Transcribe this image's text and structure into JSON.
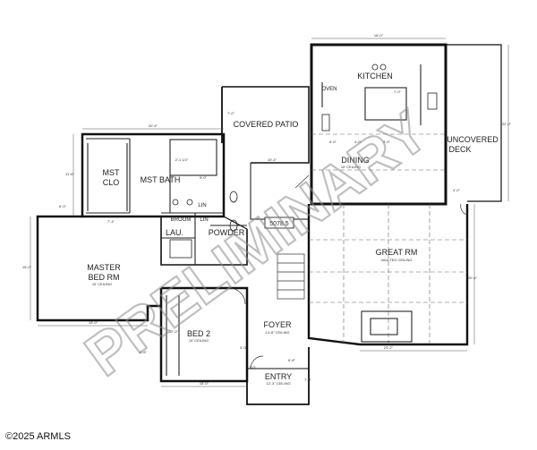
{
  "plan": {
    "rooms": {
      "kitchen": "KITCHEN",
      "oven": "OVEN",
      "covered_patio": "COVERED PATIO",
      "uncovered_deck_1": "UNCOVERED",
      "uncovered_deck_2": "DECK",
      "dining": "DINING",
      "dining_note": "10' CEILING",
      "mst_clo_1": "MST",
      "mst_clo_2": "CLO",
      "mst_bath": "MST BATH",
      "broom": "BROOM",
      "lin_1": "LIN",
      "lin_2": "LIN",
      "lau": "LAU.",
      "powder": "POWDER",
      "great_rm": "GREAT RM",
      "great_rm_note": "VAULTED CEILING",
      "master_bed_1": "MASTER",
      "master_bed_2": "BED RM",
      "master_bed_note": "10' CEILING",
      "bed2": "BED 2",
      "bed2_note": "10' CEILING",
      "foyer": "FOYER",
      "foyer_note": "14'-8\" CEILING",
      "entry": "ENTRY",
      "entry_note": "12'-3\" CEILING"
    },
    "area_box": "5078.5",
    "dimensions": {
      "kitchen_top": "16'-0\"",
      "mst_top": "20'-4\"",
      "patio_left": "7'-0\"",
      "patio_bottom": "15'-4\"",
      "bath_small": "2'-1 1/2\"",
      "bath_width": "9'-0\"",
      "mst_left": "11'-6\"",
      "clo_left": "6'-0\"",
      "clo_bottom": "7'-4\"",
      "master_left": "15'-0\"",
      "master_bottom": "15'-0\"",
      "bed2_left": "12'-0\"",
      "bed2_bottom": "15'-0\"",
      "bed2_small": "8'-6\"",
      "dining_1": "6'-0\"",
      "dining_2": "4'-0\"",
      "dining_3": "4'-0\"",
      "deck_right": "22'-0\"",
      "deck_small": "4'-0\"",
      "great_right": "20'-4\"",
      "great_bottom": "23'-2\"",
      "entry_left": "7'-0\"",
      "entry_side": "3'-0\"",
      "entry_top": "6'-8\"",
      "entry_bottom": "7'-0\"",
      "kitchen_v": "7'-0\""
    },
    "watermark": "PRELIMINARY",
    "copyright": "2025 ARMLS"
  }
}
